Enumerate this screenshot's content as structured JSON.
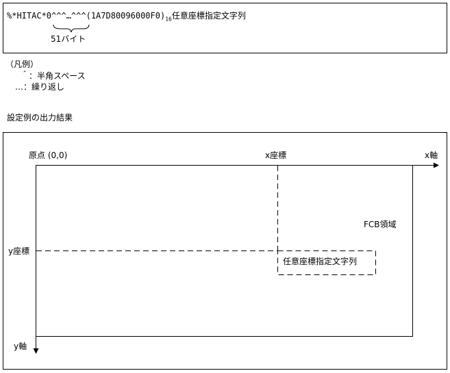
{
  "top": {
    "command_prefix": "%*HITAC*0^^^…^^^(1A7D80096000F0)",
    "subscript": "16",
    "command_suffix": "任意座標指定文字列",
    "brace_label": "51バイト"
  },
  "legend": {
    "title": "（凡例）",
    "items": [
      {
        "symbol": "＾",
        "text": "：半角スペース"
      },
      {
        "symbol": "…",
        "text": "：繰り返し"
      }
    ]
  },
  "section_title": "設定例の出力結果",
  "diagram": {
    "origin_label": "原点 (0,0)",
    "x_coord_label": "x座標",
    "x_axis_label": "x軸",
    "y_coord_label": "y座標",
    "y_axis_label": "y軸",
    "fcb_label": "FCB領域",
    "text_box_label": "任意座標指定文字列"
  }
}
